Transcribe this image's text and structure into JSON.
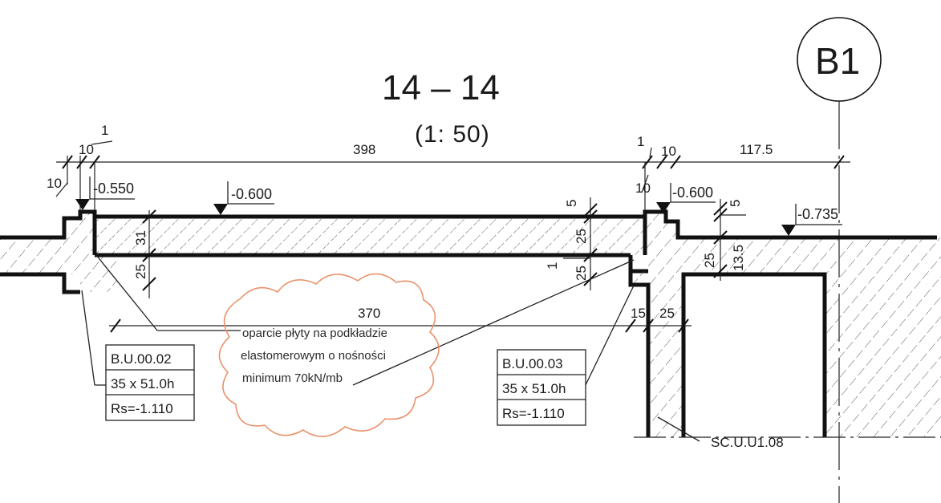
{
  "drawing": {
    "section_title": "14 – 14",
    "scale": "(1: 50)",
    "grid_axis": "B1"
  },
  "dimensions": {
    "top_left_1": "1",
    "top_left_10a": "10",
    "top_left_10b": "10",
    "span_main": "398",
    "top_right_1": "1",
    "top_right_10a": "10",
    "top_right_10b": "10",
    "span_right": "117.5",
    "slab_left_31": "31",
    "slab_left_25": "25",
    "slab_right_5": "5",
    "slab_right_25a": "25",
    "slab_right_1": "1",
    "slab_right_25b": "25",
    "beam_right_5": "5",
    "beam_right_25": "25",
    "beam_right_13_5": "13.5",
    "clear_span": "370",
    "wall_15": "15",
    "wall_25": "25"
  },
  "levels": {
    "left_support": "-0.550",
    "slab_top": "-0.600",
    "right_support": "-0.600",
    "right_beam": "-0.735"
  },
  "beams": [
    {
      "id": "B.U.00.02",
      "size": "35 x 51.0h",
      "rs": "Rs=-1.110"
    },
    {
      "id": "B.U.00.03",
      "size": "35 x 51.0h",
      "rs": "Rs=-1.110"
    }
  ],
  "note": {
    "line1": "oparcie płyty na podkładzie",
    "line2": "elastomerowym o nośności",
    "line3": "minimum 70kN/mb"
  },
  "wall_label": "SC.U.U1.08"
}
